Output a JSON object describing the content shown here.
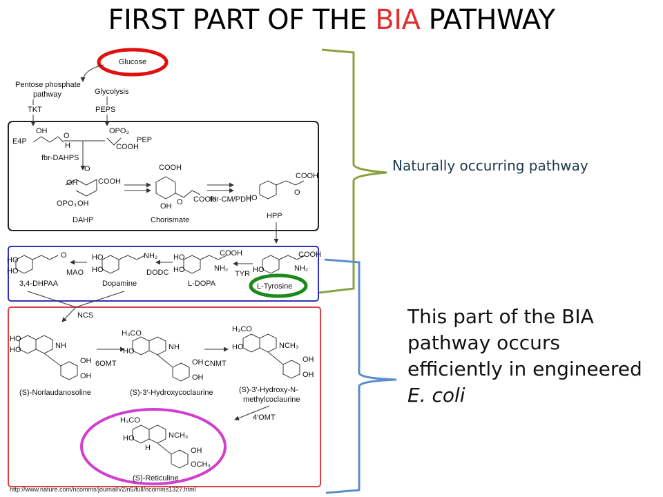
{
  "title": {
    "prefix": "FIRST PART OF THE ",
    "highlight": "BIA",
    "suffix": " PATHWAY"
  },
  "colors": {
    "title_highlight": "#e03030",
    "box_black": "#222222",
    "box_blue": "#3030c0",
    "box_red": "#e04040",
    "ring_red": "#e01010",
    "ring_green": "#1a8a1a",
    "ring_magenta": "#d040d0",
    "brace_green": "#8aa040",
    "brace_blue": "#5b8ccc"
  },
  "annotations": {
    "natural": "Naturally occurring pathway",
    "engineered_text": "This part of the BIA pathway occurs efficiently in engineered ",
    "engineered_italic": "E. coli"
  },
  "source_url": "http://www.nature.com/ncomms/journal/v2/n5/full/ncomms1327.html",
  "pathway": {
    "glucose": "Glucose",
    "ppp_1": "Pentose phosphate",
    "ppp_2": "pathway",
    "glycolysis": "Glycolysis",
    "tkt": "TKT",
    "peps": "PEPS",
    "e4p": "E4P",
    "pep": "PEP",
    "fbr_dahps": "fbr-DAHPS",
    "dahp": "DAHP",
    "chorismate": "Chorismate",
    "fbr_cm_pdh": "fbr-CM/PDH",
    "hpp": "HPP",
    "mao": "MAO",
    "dhpaa": "3,4-DHPAA",
    "dopamine": "Dopamine",
    "dodc": "DODC",
    "l_dopa": "L-DOPA",
    "tyr": "TYR",
    "l_tyrosine": "L-Tyrosine",
    "ncs": "NCS",
    "norlaudanosoline": "(S)-Norlaudanosoline",
    "omt6": "6OMT",
    "hydroxycoclaurine": "(S)-3′-Hydroxycoclaurine",
    "cnmt": "CNMT",
    "hydroxy_n_1": "(S)-3′-Hydroxy-N-",
    "hydroxy_n_2": "methylcoclaurine",
    "omt4": "4′OMT",
    "reticuline": "(S)-Reticuline",
    "grp_oh": "OH",
    "grp_opo": "OPO₃",
    "grp_cooh": "COOH",
    "grp_ho": "HO",
    "grp_nh2": "NH₂",
    "grp_o": "O",
    "grp_h": "H",
    "grp_nh": "NH",
    "grp_nch3": "NCH₃",
    "grp_h3co": "H₃CO",
    "grp_och3": "OCH₃"
  }
}
